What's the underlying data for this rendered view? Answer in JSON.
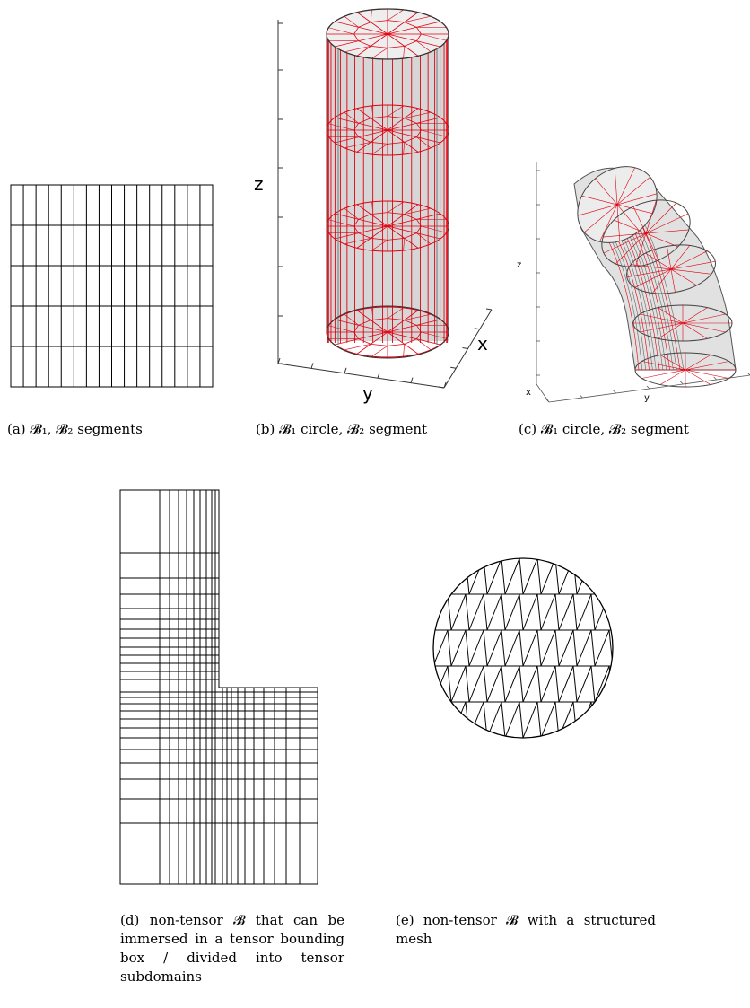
{
  "panels": {
    "a": {
      "caption": "(a) 𝓑₁, 𝓑₂ segments"
    },
    "b": {
      "caption": "(b) 𝓑₁ circle, 𝓑₂ segment",
      "axis_z": "z",
      "axis_x": "x",
      "axis_y": "y"
    },
    "c": {
      "caption": "(c) 𝓑₁ circle, 𝓑₂ segment",
      "axis_z": "z",
      "axis_x": "x",
      "axis_y": "y"
    },
    "d": {
      "caption": "(d) non-tensor 𝓑 that can be immersed in a tensor bounding box / divided into tensor subdomains"
    },
    "e": {
      "caption": "(e) non-tensor 𝓑 with a structured mesh"
    }
  },
  "colors": {
    "mesh_line": "#000000",
    "inner_mesh": "#e0000f",
    "surface_fill": "#d9d9d9",
    "axis": "#333333"
  }
}
